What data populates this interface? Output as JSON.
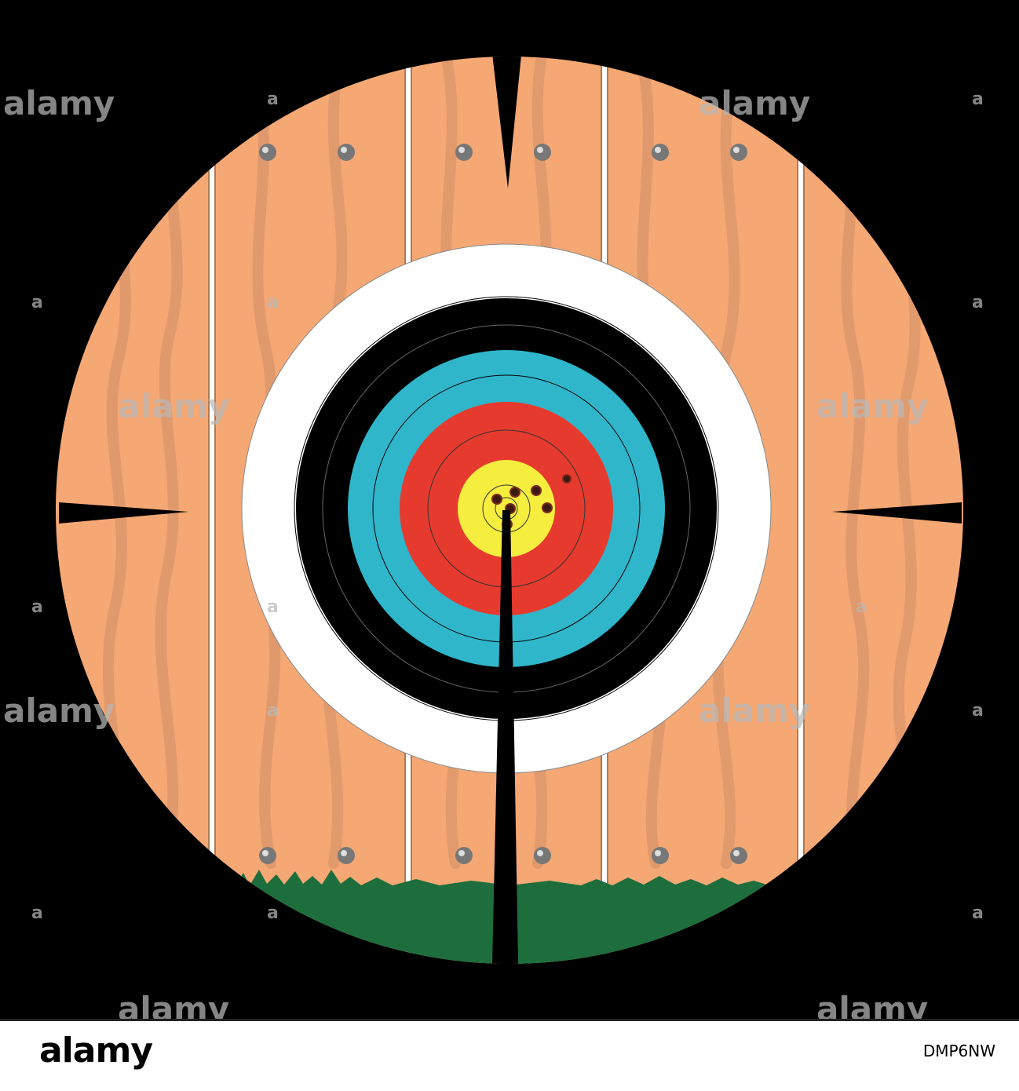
{
  "watermark": {
    "text": "alamy",
    "mark": "a"
  },
  "footer": {
    "logo": "alamy",
    "image_id": "DMP6NW"
  },
  "colors": {
    "background": "#000000",
    "wood": "#f5a874",
    "wood_grain": "#d8956a",
    "ring_white": "#ffffff",
    "ring_black": "#000000",
    "ring_blue": "#2fb6cb",
    "ring_red": "#e63a2e",
    "ring_gold": "#f6ee3f",
    "grass": "#1d6e3c",
    "bolt": "#7a7a7a"
  },
  "icons": {
    "reticle": "crosshair-reticle",
    "target": "archery-target-icon",
    "holes": "bullet-hole-icon",
    "bolts": "bolt-head-icon"
  }
}
